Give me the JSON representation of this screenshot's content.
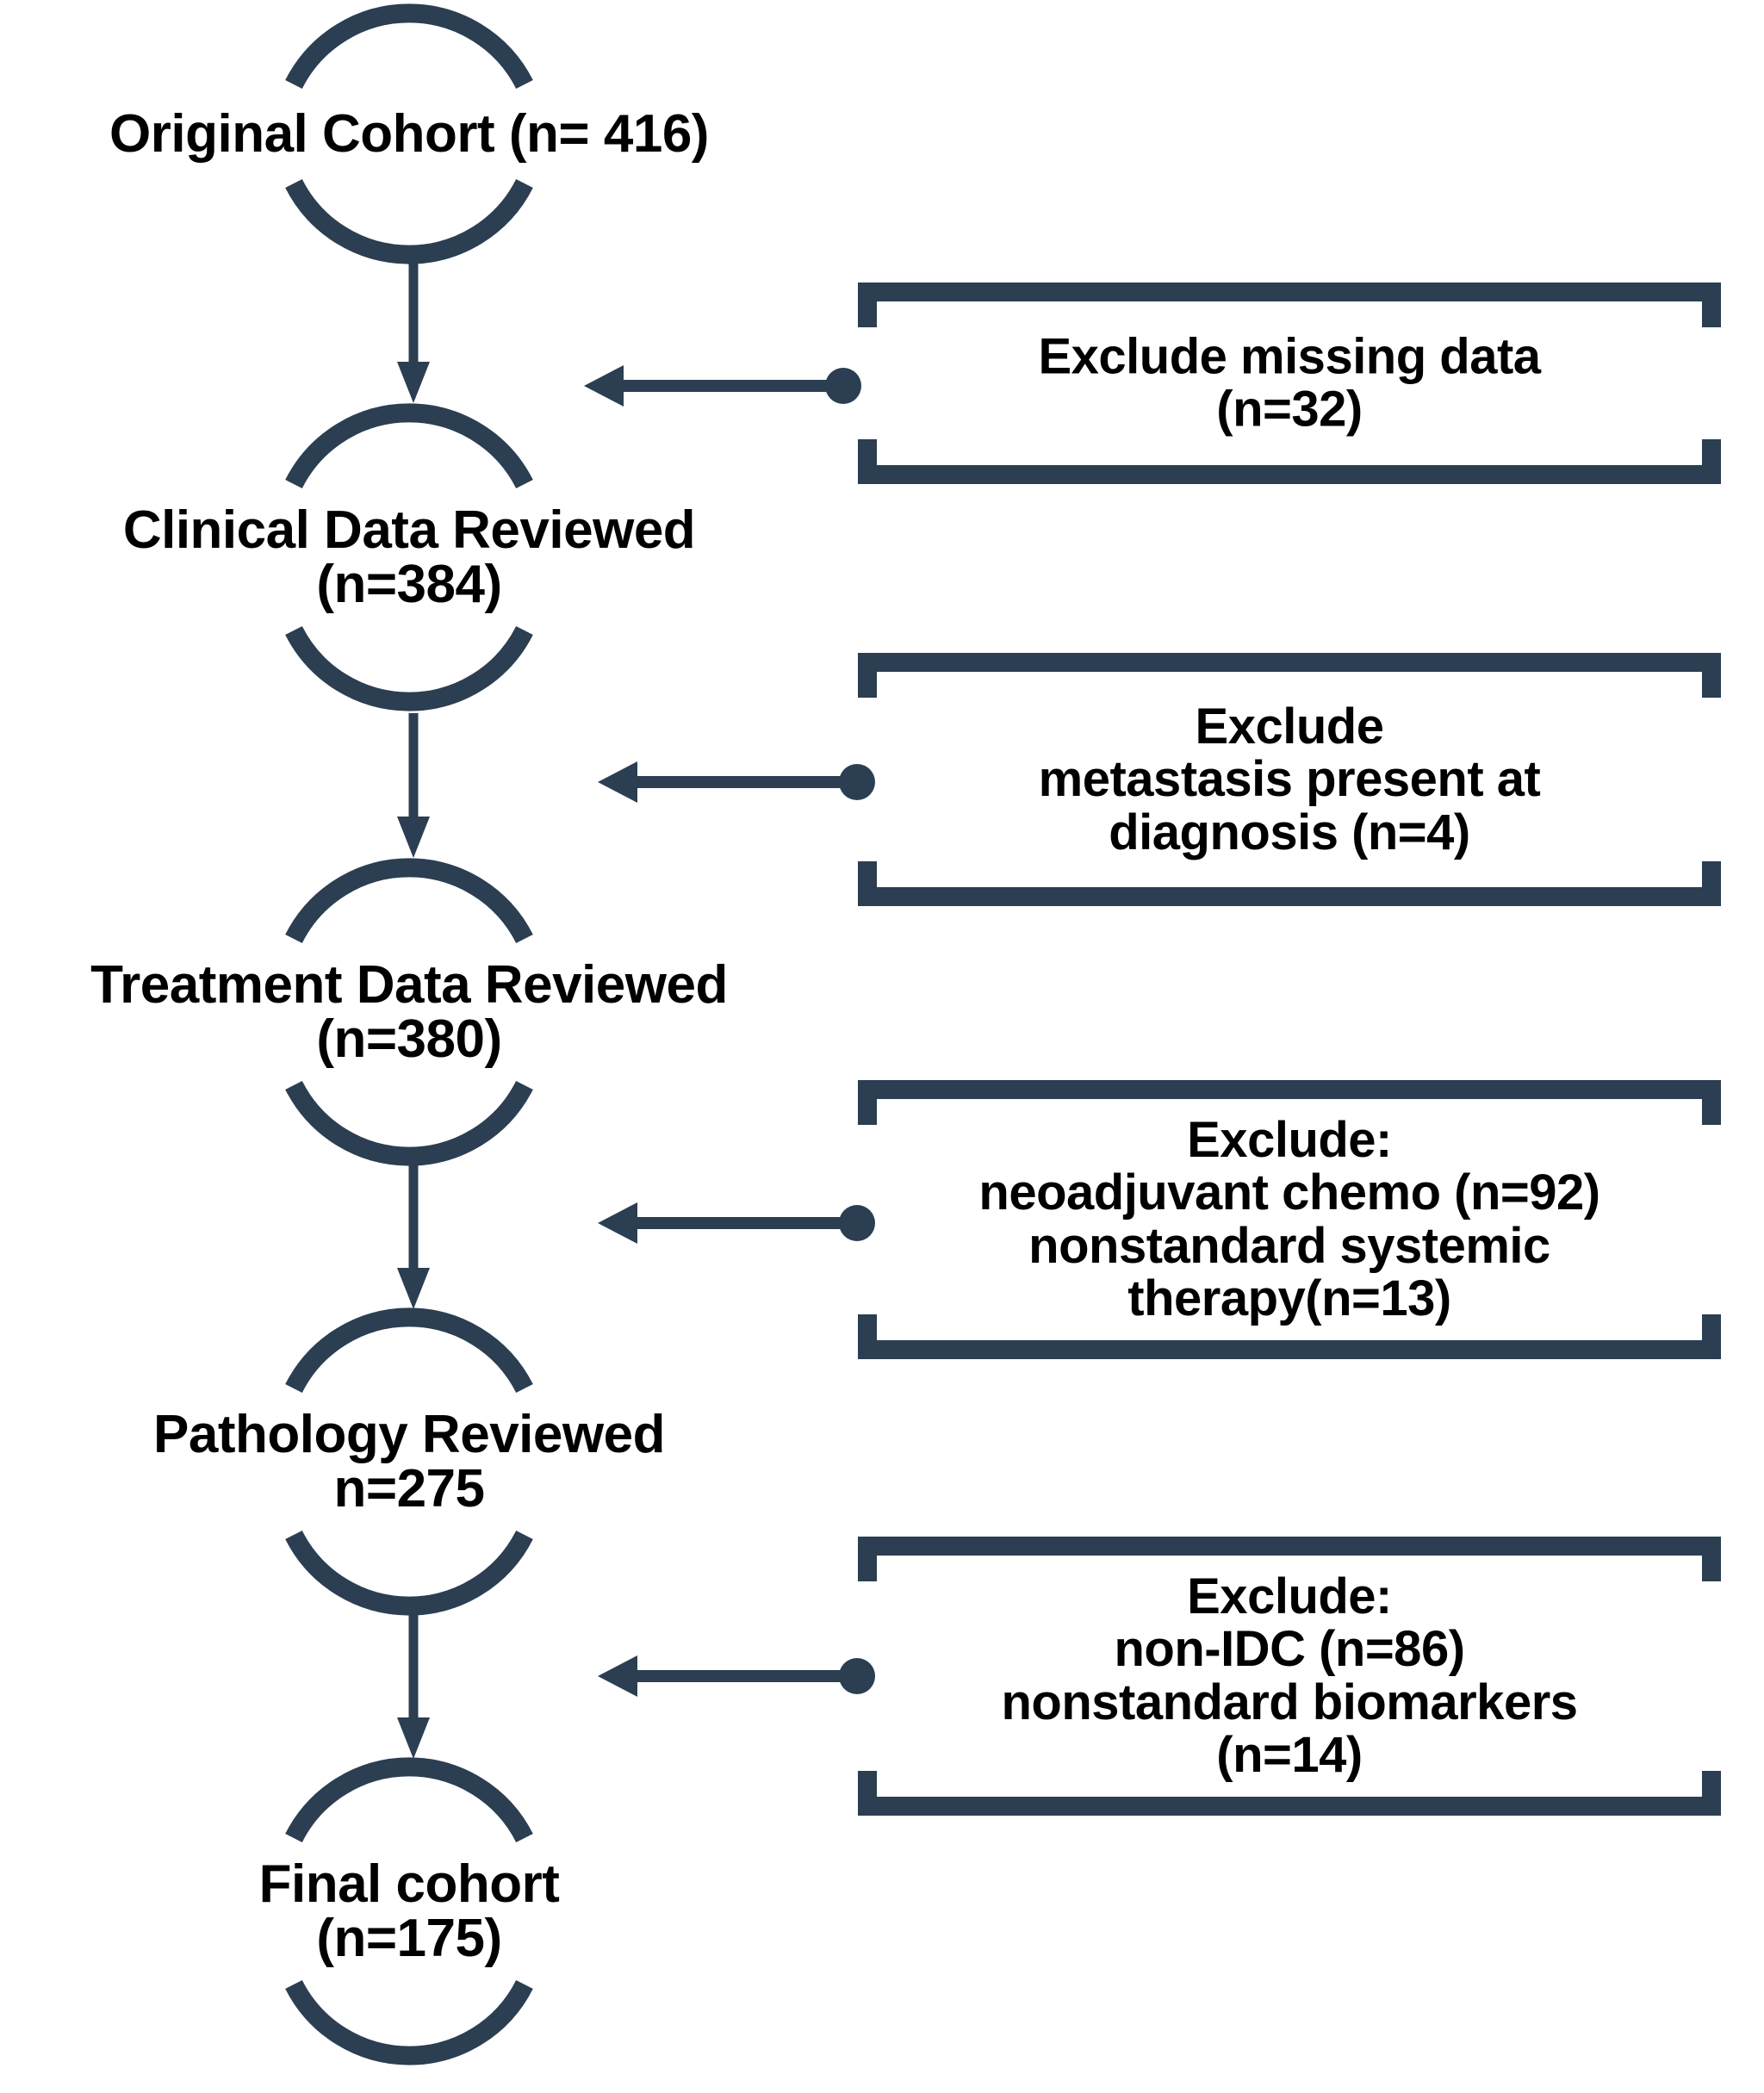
{
  "diagram": {
    "type": "flowchart",
    "title": "Study cohort selection flow diagram",
    "accent_color": "#2B3E52",
    "text_color": "#000000",
    "background_color": "#FFFFFF"
  },
  "nodes": [
    {
      "id": "original-cohort",
      "line1": "Original Cohort (n= 416)",
      "line2": "",
      "n": 416
    },
    {
      "id": "clinical-data-reviewed",
      "line1": "Clinical Data Reviewed",
      "line2": "(n=384)",
      "n": 384
    },
    {
      "id": "treatment-data-reviewed",
      "line1": "Treatment Data Reviewed",
      "line2": "(n=380)",
      "n": 380
    },
    {
      "id": "pathology-reviewed",
      "line1": "Pathology Reviewed",
      "line2": "n=275",
      "n": 275
    },
    {
      "id": "final-cohort",
      "line1": "Final cohort",
      "line2": "(n=175)",
      "n": 175
    }
  ],
  "exclusions": [
    {
      "id": "exclude-missing-data",
      "line1": "Exclude missing data",
      "line2": "(n=32)",
      "line3": "",
      "line4": "",
      "counts": [
        32
      ]
    },
    {
      "id": "exclude-metastasis",
      "line1": "Exclude",
      "line2": "metastasis present at",
      "line3": "diagnosis (n=4)",
      "line4": "",
      "counts": [
        4
      ]
    },
    {
      "id": "exclude-neoadjuvant-chemo",
      "line1": "Exclude:",
      "line2": "neoadjuvant chemo (n=92)",
      "line3": "nonstandard systemic",
      "line4": "therapy(n=13)",
      "counts": [
        92,
        13
      ]
    },
    {
      "id": "exclude-non-idc",
      "line1": "Exclude:",
      "line2": "non-IDC (n=86)",
      "line3": "nonstandard biomarkers",
      "line4": "(n=14)",
      "counts": [
        86,
        14
      ]
    }
  ]
}
